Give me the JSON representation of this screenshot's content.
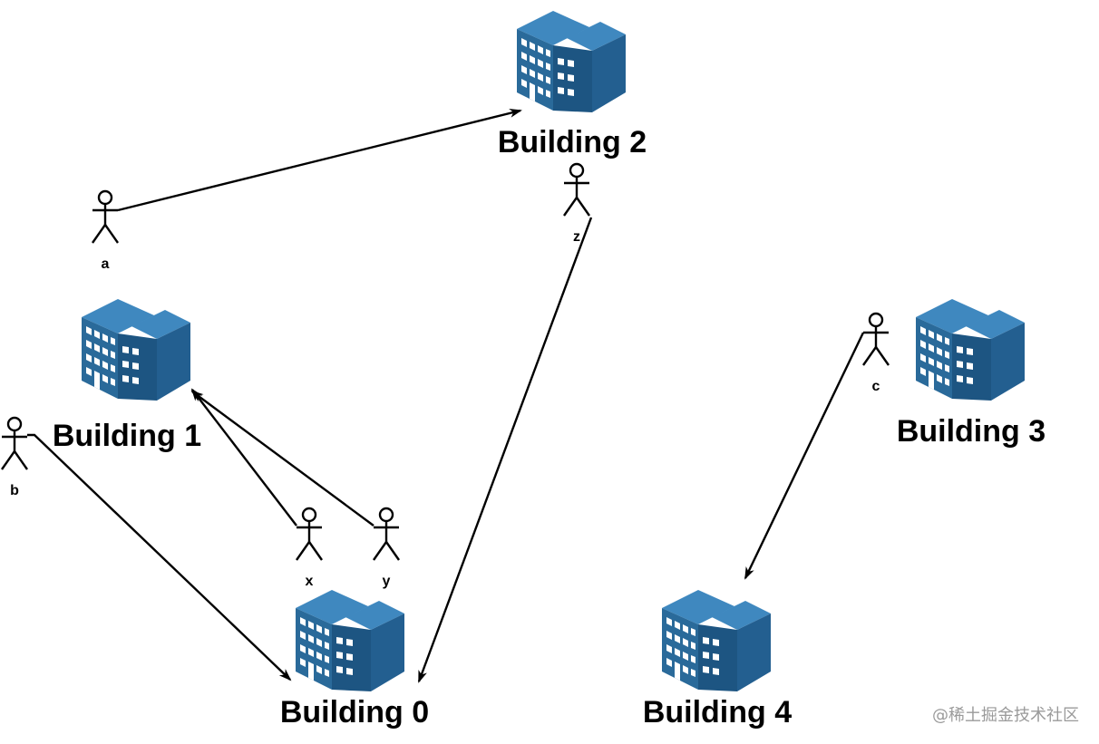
{
  "buildings": [
    {
      "id": "0",
      "label": "Building 0"
    },
    {
      "id": "1",
      "label": "Building 1"
    },
    {
      "id": "2",
      "label": "Building 2"
    },
    {
      "id": "3",
      "label": "Building 3"
    },
    {
      "id": "4",
      "label": "Building 4"
    }
  ],
  "people": [
    {
      "id": "a",
      "label": "a"
    },
    {
      "id": "b",
      "label": "b"
    },
    {
      "id": "c",
      "label": "c"
    },
    {
      "id": "x",
      "label": "x"
    },
    {
      "id": "y",
      "label": "y"
    },
    {
      "id": "z",
      "label": "z"
    }
  ],
  "moves": [
    {
      "person": "a",
      "to": "Building 2"
    },
    {
      "person": "b",
      "to": "Building 0"
    },
    {
      "person": "c",
      "to": "Building 4"
    },
    {
      "person": "x",
      "to": "Building 1"
    },
    {
      "person": "y",
      "to": "Building 1"
    },
    {
      "person": "z",
      "to": "Building 0"
    }
  ],
  "watermark": "@稀土掘金技术社区",
  "colors": {
    "building_front": "#2a6a9a",
    "building_side": "#1d5582",
    "building_roof": "#3f88bf",
    "line": "#000000"
  }
}
